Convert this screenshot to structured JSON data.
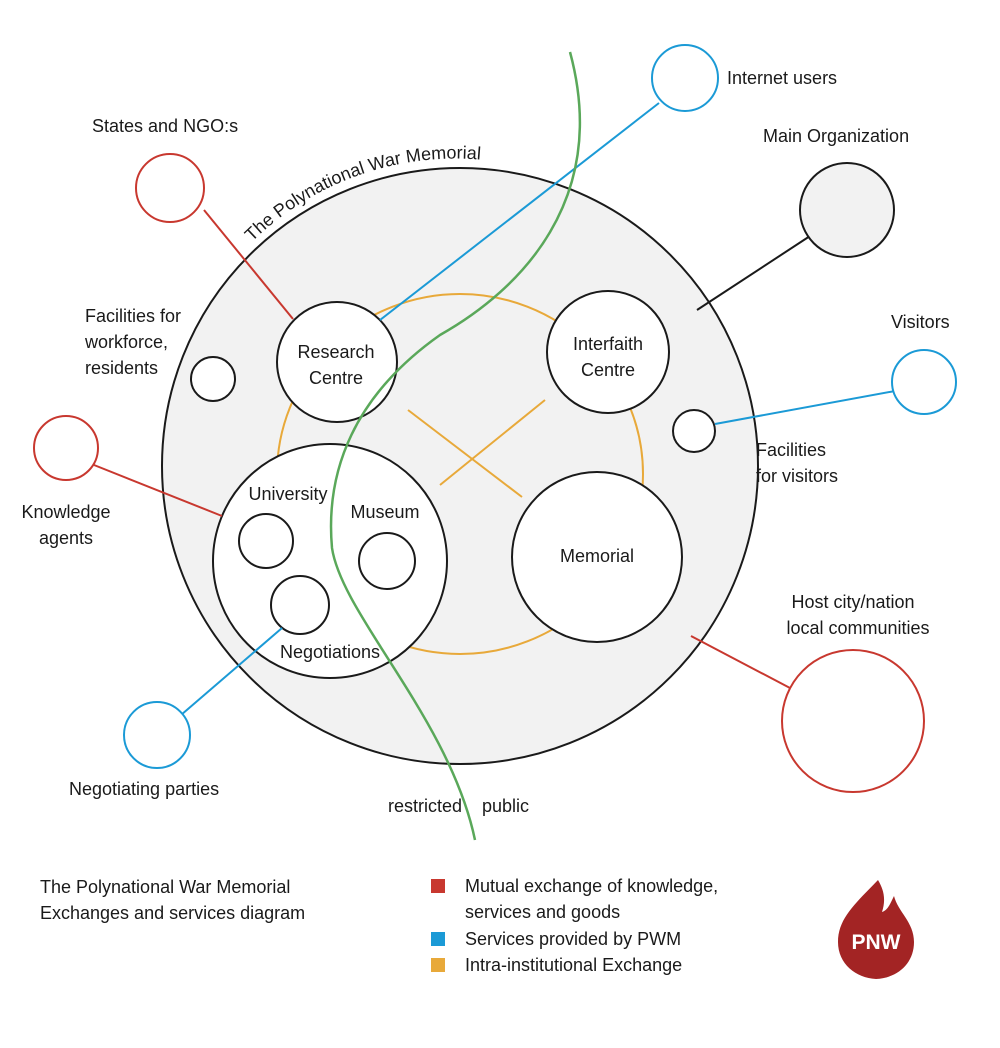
{
  "colors": {
    "mutual": "#c8382f",
    "services": "#1b9ad6",
    "intra": "#e8a93a",
    "boundary": "#5aa85a",
    "outline": "#1a1a1a",
    "fill": "#f2f2f2",
    "logo": "#a32424"
  },
  "diagram": {
    "arc_title": "The Polynational War Memorial",
    "nodes": {
      "research_line1": "Research",
      "research_line2": "Centre",
      "interfaith_line1": "Interfaith",
      "interfaith_line2": "Centre",
      "university": "University",
      "museum": "Museum",
      "negotiations": "Negotiations",
      "memorial": "Memorial"
    },
    "external": {
      "internet_users": "Internet users",
      "states_ngos": "States and NGO:s",
      "main_organization": "Main Organization",
      "facilities_workforce_line1": "Facilities for",
      "facilities_workforce_line2": "workforce,",
      "facilities_workforce_line3": "residents",
      "visitors": "Visitors",
      "facilities_visitors_line1": "Facilities",
      "facilities_visitors_line2": "for visitors",
      "knowledge_agents_line1": "Knowledge",
      "knowledge_agents_line2": "agents",
      "host_city_line1": "Host city/nation",
      "host_city_line2": "local communities",
      "negotiating_parties": "Negotiating parties"
    },
    "boundary": {
      "restricted": "restricted",
      "public": "public"
    }
  },
  "caption": {
    "line1": "The Polynational War Memorial",
    "line2": "Exchanges and services diagram"
  },
  "legend": {
    "mutual_line1": "Mutual exchange of knowledge,",
    "mutual_line2": "services and goods",
    "services": "Services provided by PWM",
    "intra": "Intra-institutional Exchange"
  },
  "logo": {
    "text": "PNW"
  }
}
